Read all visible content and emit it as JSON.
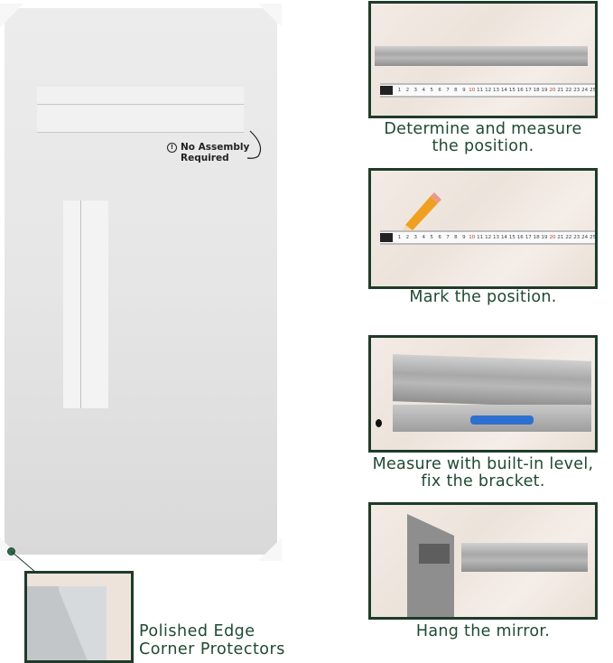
{
  "mirror": {
    "note": {
      "icon": "exclamation-circle-icon",
      "line1": "No Assembly",
      "line2": "Required"
    }
  },
  "callout": {
    "caption_line1": "Polished Edge",
    "caption_line2": "Corner Protectors"
  },
  "steps": [
    {
      "caption_line1": "Determine and measure",
      "caption_line2": "the position.",
      "illustration": "bracket-with-tape-measure"
    },
    {
      "caption_line1": "Mark the position.",
      "caption_line2": "",
      "illustration": "pencil-with-tape-measure"
    },
    {
      "caption_line1": "Measure with built-in level,",
      "caption_line2": "fix the bracket.",
      "illustration": "bracket-with-level-and-screws"
    },
    {
      "caption_line1": "Hang the mirror.",
      "caption_line2": "",
      "illustration": "mirror-and-bracket"
    }
  ],
  "ruler": {
    "ticks": [
      "1",
      "2",
      "3",
      "4",
      "5",
      "6",
      "7",
      "8",
      "9",
      "10",
      "11",
      "12",
      "13",
      "14",
      "15",
      "16",
      "17",
      "18",
      "19",
      "20",
      "21",
      "22",
      "23",
      "24",
      "25"
    ],
    "highlight": [
      "10",
      "20"
    ]
  },
  "colors": {
    "frame": "#1f3b2a",
    "text": "#1f4a33",
    "marble": "#efe6de",
    "mirror": "#e6e6e6"
  }
}
